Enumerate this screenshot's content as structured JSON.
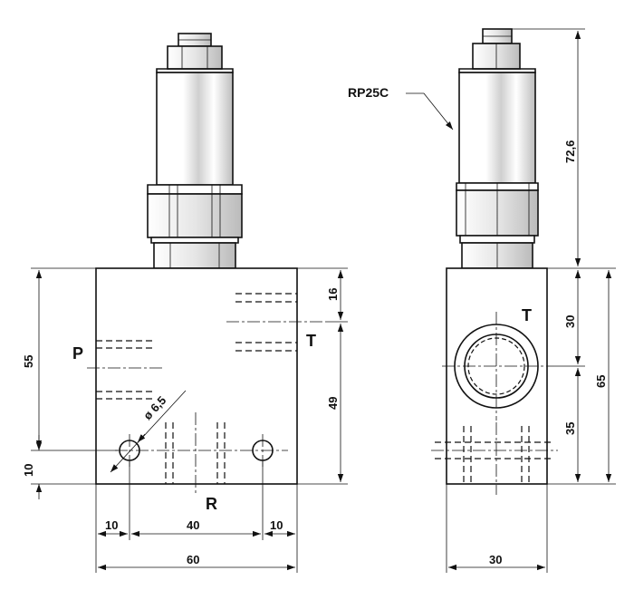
{
  "labels": {
    "port_p": "P",
    "port_t_front": "T",
    "port_r": "R",
    "port_t_side": "T",
    "part_code": "RP25C",
    "hole_dia": "ø 6,5"
  },
  "dimensions": {
    "front_height": "55",
    "front_bottom_to_hole": "10",
    "front_top_to_t": "16",
    "front_t_to_bottom": "49",
    "bottom_left_offset": "10",
    "bottom_hole_spacing": "40",
    "bottom_right_offset": "10",
    "front_width": "60",
    "side_width": "30",
    "side_top_to_port": "30",
    "side_port_to_bottom": "35",
    "side_height": "65",
    "cartridge_height": "72,6"
  }
}
